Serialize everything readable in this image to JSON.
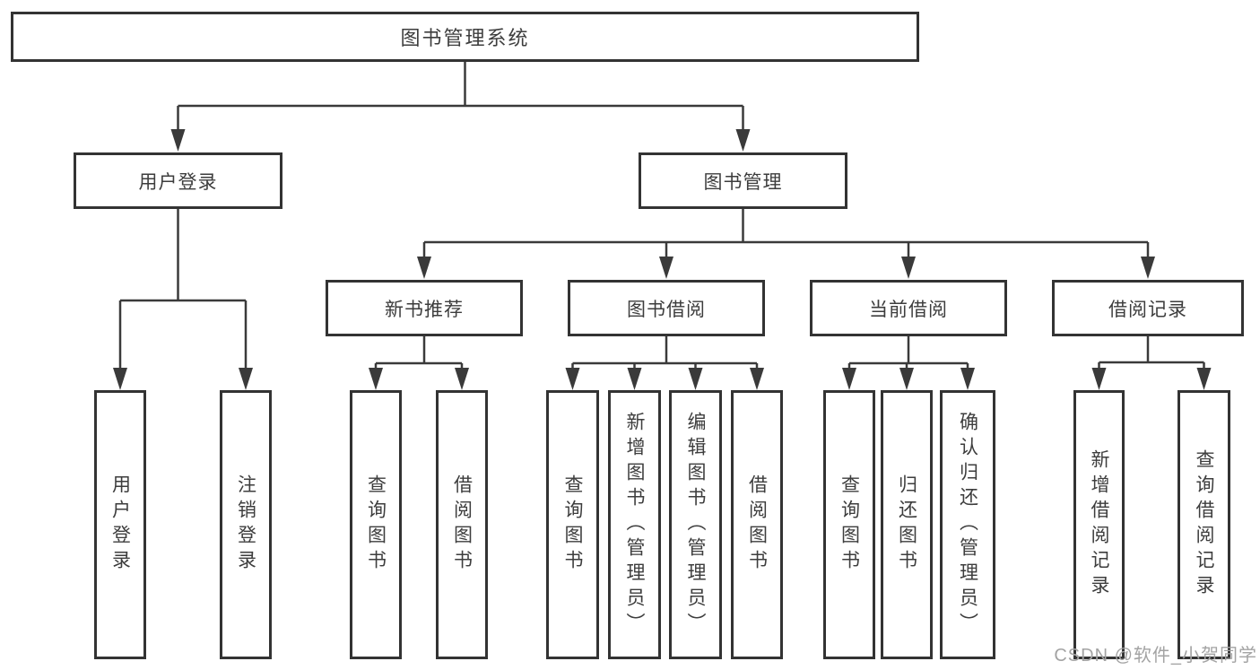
{
  "diagram_title": "图书管理系统",
  "nodes": {
    "root": "图书管理系统",
    "user_login": "用户登录",
    "book_management": "图书管理",
    "new_book_recommend": "新书推荐",
    "book_borrow": "图书借阅",
    "current_borrow": "当前借阅",
    "borrow_records": "借阅记录",
    "leaf_user_login": "用户登录",
    "leaf_logout_login": "注销登录",
    "nb_query_books": "查询图书",
    "nb_borrow_books": "借阅图书",
    "bb_query_books": "查询图书",
    "bb_add_books_admin": "新增图书（管理员）",
    "bb_edit_books_admin": "编辑图书（管理员）",
    "bb_borrow_books": "借阅图书",
    "cb_query_books": "查询图书",
    "cb_return_books": "归还图书",
    "cb_confirm_return_admin": "确认归还（管理员）",
    "br_add_record": "新增借阅记录",
    "br_query_record": "查询借阅记录"
  },
  "edges": [
    {
      "from": "图书管理系统",
      "to": [
        "用户登录",
        "图书管理"
      ]
    },
    {
      "from": "用户登录",
      "to": [
        "用户登录",
        "注销登录"
      ]
    },
    {
      "from": "图书管理",
      "to": [
        "新书推荐",
        "图书借阅",
        "当前借阅",
        "借阅记录"
      ]
    },
    {
      "from": "新书推荐",
      "to": [
        "查询图书",
        "借阅图书"
      ]
    },
    {
      "from": "图书借阅",
      "to": [
        "查询图书",
        "新增图书（管理员）",
        "编辑图书（管理员）",
        "借阅图书"
      ]
    },
    {
      "from": "当前借阅",
      "to": [
        "查询图书",
        "归还图书",
        "确认归还（管理员）"
      ]
    },
    {
      "from": "借阅记录",
      "to": [
        "新增借阅记录",
        "查询借阅记录"
      ]
    }
  ],
  "watermark": "CSDN @软件_小贺同学",
  "colors": {
    "line": "#3a3a3a",
    "box_border": "#333333",
    "text": "#3d3d3d",
    "watermark": "#a3a3a3",
    "background": "#ffffff"
  }
}
